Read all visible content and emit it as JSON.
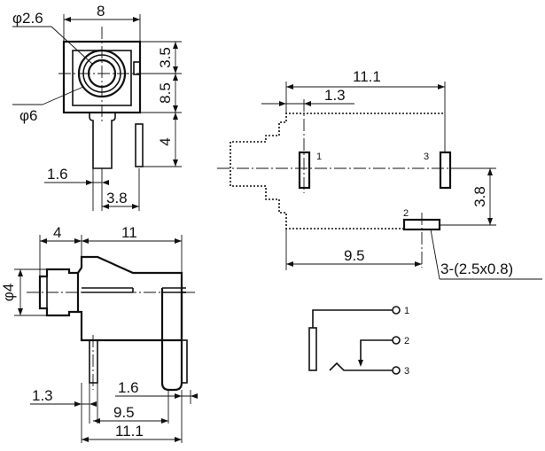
{
  "front_view": {
    "dim_width": "8",
    "dim_hole": "φ2.6",
    "dim_outer": "φ6",
    "dim_upper_height": "3.5",
    "dim_middle_height": "8.5",
    "dim_pin_height": "4",
    "dim_pin_offset": "1.6",
    "dim_pin_spacing": "3.8"
  },
  "side_view": {
    "dim_nose_length": "4",
    "dim_body_length": "11",
    "dim_nose_diameter": "φ4",
    "dim_pin_offset": "1.3",
    "dim_pin_width": "1.6",
    "dim_pin_span": "9.5",
    "dim_overall": "11.1"
  },
  "pcb_layout": {
    "dim_total": "11.1",
    "dim_left": "1.3",
    "dim_vertical": "3.8",
    "dim_bottom": "9.5",
    "pad_note": "3-(2.5x0.8)",
    "pads": [
      {
        "label": "1"
      },
      {
        "label": "2"
      },
      {
        "label": "3"
      }
    ]
  },
  "schematic": {
    "terminals": [
      {
        "label": "1"
      },
      {
        "label": "2"
      },
      {
        "label": "3"
      }
    ]
  }
}
